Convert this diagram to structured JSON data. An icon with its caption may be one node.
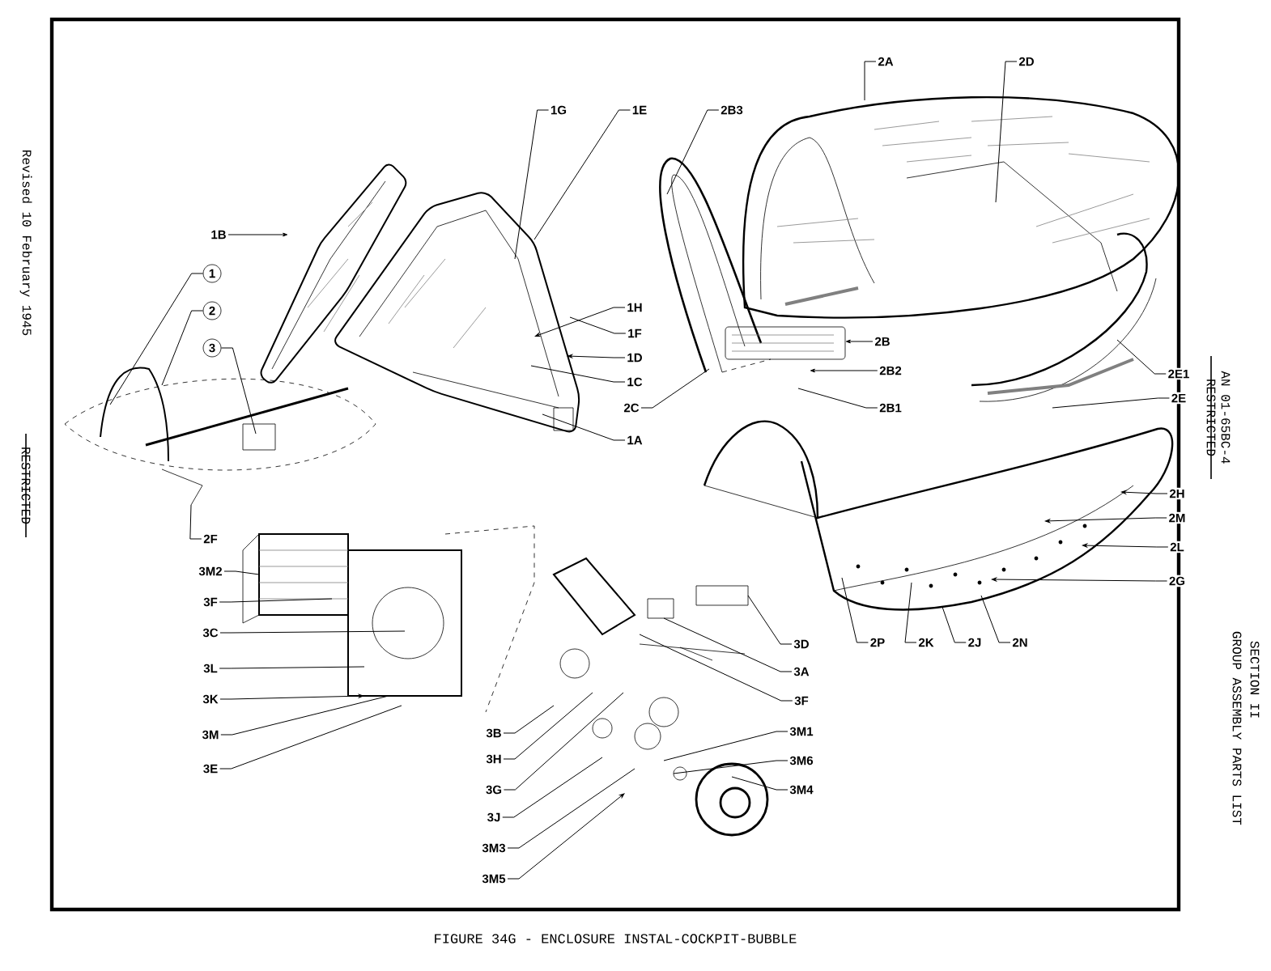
{
  "diagram": {
    "caption": "FIGURE 34G - ENCLOSURE INSTAL-COCKPIT-BUBBLE",
    "nodes": [
      {
        "text": [
          "1G"
        ]
      },
      {
        "text": [
          "1E"
        ]
      },
      {
        "text": [
          "2B3"
        ]
      },
      {
        "text": [
          "2A"
        ]
      },
      {
        "text": [
          "2D"
        ]
      },
      {
        "text": [
          "1B"
        ]
      },
      {
        "text": [
          "1"
        ]
      },
      {
        "text": [
          "2"
        ]
      },
      {
        "text": [
          "3"
        ]
      },
      {
        "text": [
          "1H"
        ]
      },
      {
        "text": [
          "1F"
        ]
      },
      {
        "text": [
          "1D"
        ]
      },
      {
        "text": [
          "1C"
        ]
      },
      {
        "text": [
          "2C"
        ]
      },
      {
        "text": [
          "1A"
        ]
      },
      {
        "text": [
          "2B"
        ]
      },
      {
        "text": [
          "2B2"
        ]
      },
      {
        "text": [
          "2B1"
        ]
      },
      {
        "text": [
          "2E1"
        ]
      },
      {
        "text": [
          "2E"
        ]
      },
      {
        "text": [
          "2H"
        ]
      },
      {
        "text": [
          "2M"
        ]
      },
      {
        "text": [
          "2L"
        ]
      },
      {
        "text": [
          "2G"
        ]
      },
      {
        "text": [
          "2P"
        ]
      },
      {
        "text": [
          "2K"
        ]
      },
      {
        "text": [
          "2J"
        ]
      },
      {
        "text": [
          "2N"
        ]
      },
      {
        "text": [
          "2F"
        ]
      },
      {
        "text": [
          "3M2"
        ]
      },
      {
        "text": [
          "3F"
        ]
      },
      {
        "text": [
          "3C"
        ]
      },
      {
        "text": [
          "3L"
        ]
      },
      {
        "text": [
          "3K"
        ]
      },
      {
        "text": [
          "3M"
        ]
      },
      {
        "text": [
          "3E"
        ]
      },
      {
        "text": [
          "3D"
        ]
      },
      {
        "text": [
          "3A"
        ]
      },
      {
        "text": [
          "3F"
        ]
      },
      {
        "text": [
          "3B"
        ]
      },
      {
        "text": [
          "3H"
        ]
      },
      {
        "text": [
          "3G"
        ]
      },
      {
        "text": [
          "3J"
        ]
      },
      {
        "text": [
          "3M1"
        ]
      },
      {
        "text": [
          "3M3"
        ]
      },
      {
        "text": [
          "3M6"
        ]
      },
      {
        "text": [
          "3M5"
        ]
      },
      {
        "text": [
          "3M4"
        ]
      },
      {
        "text": [],
        "shape": "picture"
      },
      {
        "text": [],
        "shape": "picture"
      },
      {
        "text": [],
        "shape": "picture"
      },
      {
        "text": [],
        "shape": "picture"
      },
      {
        "text": [],
        "shape": "picture"
      },
      {
        "text": [],
        "shape": "picture"
      },
      {
        "text": [],
        "shape": "picture"
      },
      {
        "text": [],
        "shape": "picture"
      },
      {
        "text": [],
        "shape": "picture"
      }
    ],
    "edges": [
      {
        "from": 0,
        "to": 49,
        "arrow": "none"
      },
      {
        "from": 1,
        "to": 49,
        "arrow": "none"
      },
      {
        "from": 2,
        "to": 50,
        "arrow": "none"
      },
      {
        "from": 3,
        "to": 51,
        "arrow": "none"
      },
      {
        "from": 4,
        "to": 51,
        "arrow": "none"
      },
      {
        "from": 5,
        "to": 48,
        "arrow": "to"
      },
      {
        "from": 6,
        "to": 54,
        "arrow": "none"
      },
      {
        "from": 7,
        "to": 54,
        "arrow": "none"
      },
      {
        "from": 8,
        "to": 54,
        "arrow": "none"
      },
      {
        "from": 9,
        "to": 49,
        "arrow": "to"
      },
      {
        "from": 10,
        "to": 49,
        "arrow": "none"
      },
      {
        "from": 11,
        "to": 49,
        "arrow": "to"
      },
      {
        "from": 12,
        "to": 49,
        "arrow": "none"
      },
      {
        "from": 13,
        "to": 50,
        "arrow": "none"
      },
      {
        "from": 14,
        "to": 49,
        "arrow": "none"
      },
      {
        "from": 15,
        "to": 50,
        "arrow": "to"
      },
      {
        "from": 16,
        "to": 50,
        "arrow": "to"
      },
      {
        "from": 17,
        "to": 50,
        "arrow": "none"
      },
      {
        "from": 18,
        "to": 52,
        "arrow": "none"
      },
      {
        "from": 19,
        "to": 52,
        "arrow": "none"
      },
      {
        "from": 20,
        "to": 53,
        "arrow": "to"
      },
      {
        "from": 21,
        "to": 53,
        "arrow": "to"
      },
      {
        "from": 22,
        "to": 53,
        "arrow": "to"
      },
      {
        "from": 23,
        "to": 53,
        "arrow": "to"
      },
      {
        "from": 24,
        "to": 53,
        "arrow": "none"
      },
      {
        "from": 25,
        "to": 53,
        "arrow": "none"
      },
      {
        "from": 26,
        "to": 53,
        "arrow": "none"
      },
      {
        "from": 27,
        "to": 53,
        "arrow": "none"
      },
      {
        "from": 28,
        "to": 54,
        "arrow": "none"
      },
      {
        "from": 29,
        "to": 55,
        "arrow": "none"
      },
      {
        "from": 30,
        "to": 55,
        "arrow": "none"
      },
      {
        "from": 31,
        "to": 55,
        "arrow": "none"
      },
      {
        "from": 32,
        "to": 55,
        "arrow": "none"
      },
      {
        "from": 33,
        "to": 55,
        "arrow": "to"
      },
      {
        "from": 34,
        "to": 55,
        "arrow": "none"
      },
      {
        "from": 35,
        "to": 55,
        "arrow": "none"
      },
      {
        "from": 36,
        "to": 56,
        "arrow": "none"
      },
      {
        "from": 37,
        "to": 56,
        "arrow": "none"
      },
      {
        "from": 38,
        "to": 56,
        "arrow": "none"
      },
      {
        "from": 39,
        "to": 56,
        "arrow": "none"
      },
      {
        "from": 40,
        "to": 56,
        "arrow": "none"
      },
      {
        "from": 41,
        "to": 56,
        "arrow": "none"
      },
      {
        "from": 42,
        "to": 56,
        "arrow": "none"
      },
      {
        "from": 43,
        "to": 56,
        "arrow": "none"
      },
      {
        "from": 44,
        "to": 56,
        "arrow": "none"
      },
      {
        "from": 45,
        "to": 56,
        "arrow": "none"
      },
      {
        "from": 46,
        "to": 56,
        "arrow": "to"
      },
      {
        "from": 47,
        "to": 56,
        "arrow": "none"
      }
    ],
    "labels": [
      "Revised 10 February 1945",
      "RESTRICTED",
      "RESTRICTED",
      "AN 01-65BC-4",
      "SECTION II",
      "GROUP ASSEMBLY PARTS LIST"
    ]
  }
}
